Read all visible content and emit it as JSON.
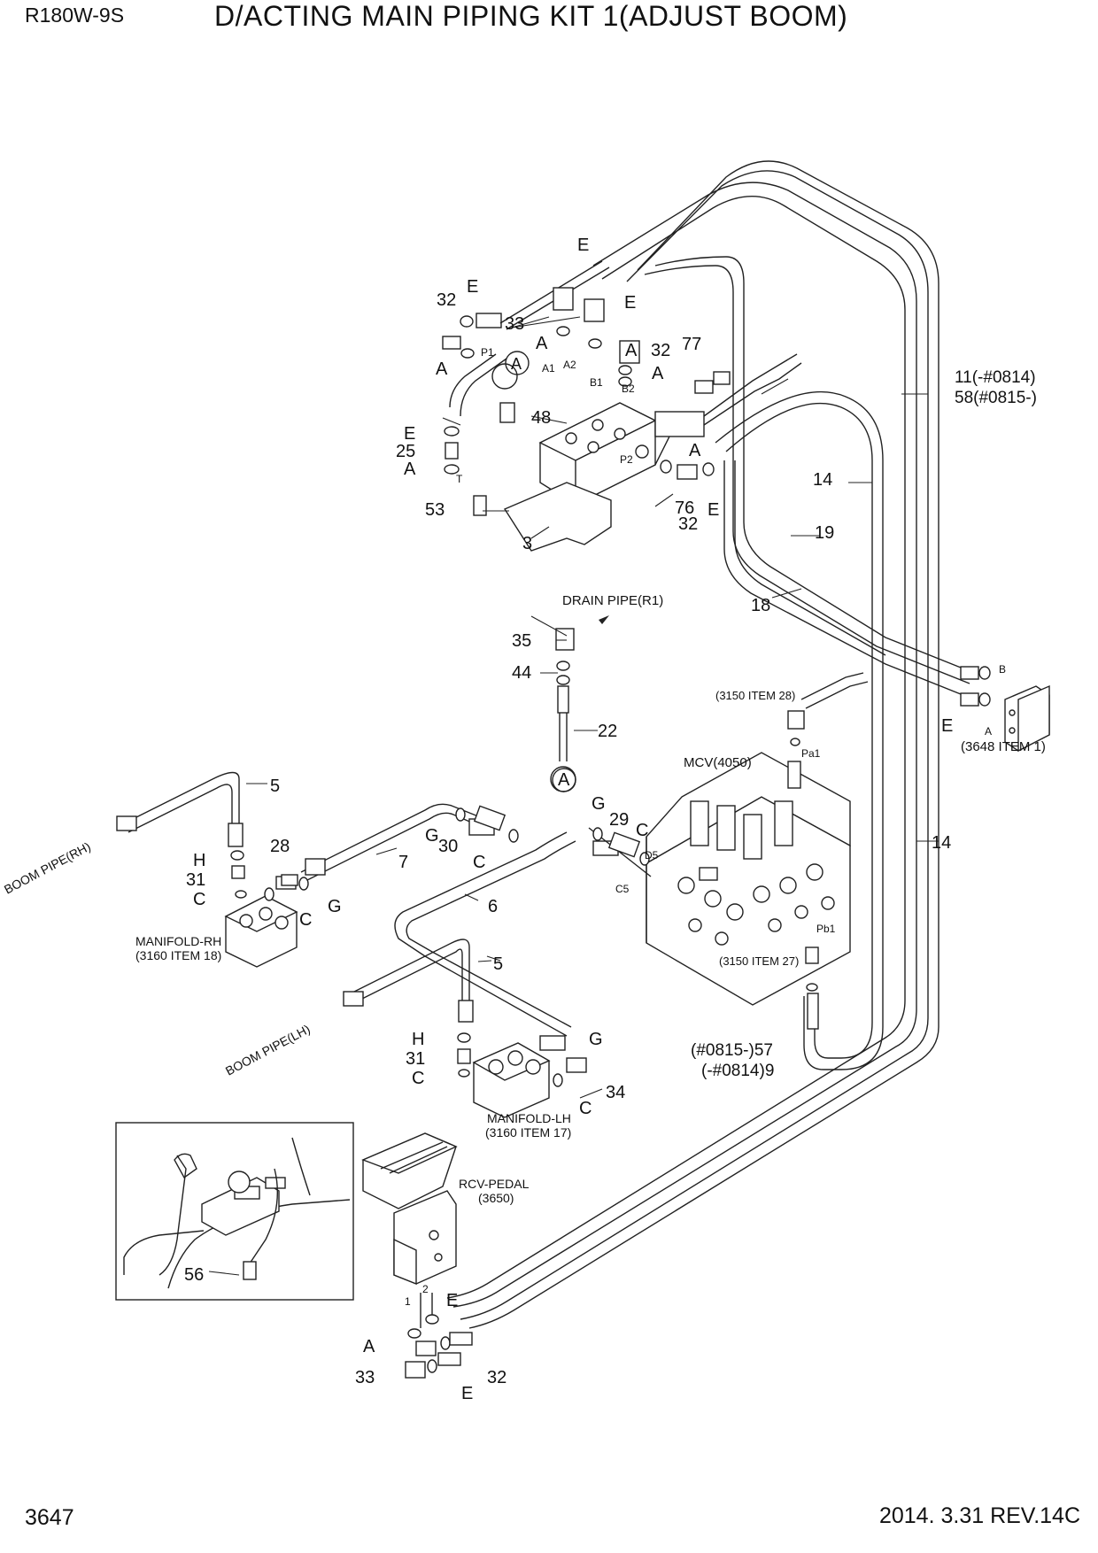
{
  "header": {
    "model": "R180W-9S",
    "title": "D/ACTING MAIN PIPING KIT 1(ADJUST BOOM)"
  },
  "footer": {
    "page_number": "3647",
    "date_revision": "2014. 3.31  REV.14C"
  },
  "assemblies": {
    "drain_pipe": "DRAIN PIPE(R1)",
    "item_3150_28": "(3150 ITEM 28)",
    "item_3150_27": "(3150 ITEM 27)",
    "item_3648_1": "(3648 ITEM 1)",
    "mcv": "MCV(4050)",
    "boom_pipe_rh": "BOOM PIPE(RH)",
    "boom_pipe_lh": "BOOM PIPE(LH)",
    "manifold_rh": "MANIFOLD-RH",
    "manifold_rh_ref": "(3160 ITEM 18)",
    "manifold_lh": "MANIFOLD-LH",
    "manifold_lh_ref": "(3160 ITEM 17)",
    "rcv_pedal": "RCV-PEDAL",
    "rcv_pedal_ref": "(3650)",
    "note_11": "11(-#0814)",
    "note_58": "58(#0815-)",
    "note_57": "(#0815-)57",
    "note_9": "(-#0814)9"
  },
  "callouts": {
    "n3": "3",
    "n5": "5",
    "n6": "6",
    "n7": "7",
    "n14": "14",
    "n18": "18",
    "n19": "19",
    "n22": "22",
    "n25": "25",
    "n28": "28",
    "n29": "29",
    "n30": "30",
    "n31": "31",
    "n32": "32",
    "n33": "33",
    "n34": "34",
    "n35": "35",
    "n44": "44",
    "n48": "48",
    "n53": "53",
    "n56": "56",
    "n76": "76",
    "n77": "77",
    "A": "A",
    "C": "C",
    "E": "E",
    "G": "G",
    "H": "H"
  },
  "ports": {
    "P1": "P1",
    "A1": "A1",
    "A2": "A2",
    "B1": "B1",
    "B2": "B2",
    "P2": "P2",
    "T": "T",
    "Pa1": "Pa1",
    "Pb1": "Pb1",
    "C5": "C5",
    "D5": "D5",
    "A": "A",
    "B": "B",
    "p1": "1",
    "p2": "2"
  }
}
